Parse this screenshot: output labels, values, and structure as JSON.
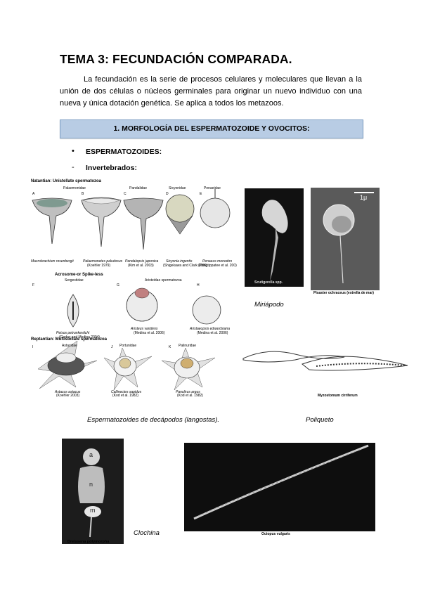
{
  "title": "TEMA 3: FECUNDACIÓN COMPARADA.",
  "intro": "La fecundación es la serie de procesos celulares y moleculares que llevan a la unión de dos células o núcleos germinales para originar un nuevo individuo con una nueva y única dotación genética. Se aplica a todos los metazoos.",
  "section_heading": "1.   MORFOLOGÍA DEL ESPERMATOZOIDE Y OVOCITOS:",
  "bullet_label": "ESPERMATOZOIDES:",
  "sub_label": "Invertebrados:",
  "decapod_figure": {
    "group1_title": "Natantian: Unistellate spermatozoa",
    "group1": [
      {
        "letter": "A",
        "family": "Palaemonidae",
        "species": "Macrobrachium rosenbergii",
        "ref": ""
      },
      {
        "letter": "B",
        "family": "Palaemonidae",
        "species": "Palaemonetes paludosus",
        "ref": "(Koehler 1979)"
      },
      {
        "letter": "C",
        "family": "Pandalidae",
        "species": "Pandalopsis japonica",
        "ref": "(Kim et al. 2003)"
      },
      {
        "letter": "D",
        "family": "Sicyonidae",
        "species": "Sicyonia ingentis",
        "ref": "(Shigekawa and Clark 1986)"
      },
      {
        "letter": "E",
        "family": "Penaeidae",
        "species": "Penaeus monodon",
        "ref": "(Pongtippatee et al. 200)"
      }
    ],
    "group2_title": "Acrosome-or Spike-less",
    "group2": [
      {
        "letter": "F",
        "family": "Sergestidae",
        "species": "Peisos petrunkevitchi",
        "ref": "(Godoy and Medina 2004)"
      },
      {
        "letter": "G",
        "family": "Aristeidae spermatozoa",
        "species": "Aristeus varidens",
        "ref": "(Medina et al. 2006)"
      },
      {
        "letter": "H",
        "family": "",
        "species": "Aristaeopsis edwardsiana",
        "ref": "(Medina et al. 2006)"
      }
    ],
    "group3_title": "Reptantian: Multistellate spermatozoa",
    "group3": [
      {
        "letter": "I",
        "family": "Astacidae",
        "species": "Astacus astacus",
        "ref": "(Koehler 2003)"
      },
      {
        "letter": "J",
        "family": "Portunidae",
        "species": "Callinectes sapidus",
        "ref": "(Kod et al. 1982)"
      },
      {
        "letter": "K",
        "family": "Palinuridae",
        "species": "Panulirus argus",
        "ref": "(Kod et al. 1982)"
      }
    ]
  },
  "photo_labels": {
    "scutigerella": "Scutigerella spp.",
    "pisaster": "Pisaster ochraceus (estrella de mar)",
    "scale": "1μ",
    "myzostomum": "Myzostomum cirriferum",
    "dreissena": "Dreissena polymorpha",
    "octopus": "Octopus vulgaris",
    "m_a": "a",
    "m_n": "n",
    "m_m": "m"
  },
  "captions": {
    "miriapodo": "Miriápodo",
    "decapodos": "Espermatozoides de decápodos (langostas).",
    "poliqueto": "Poliqueto",
    "clochina": "Clochina"
  },
  "colors": {
    "section_bar_bg": "#b8cce4",
    "section_bar_border": "#7d9ec4"
  }
}
